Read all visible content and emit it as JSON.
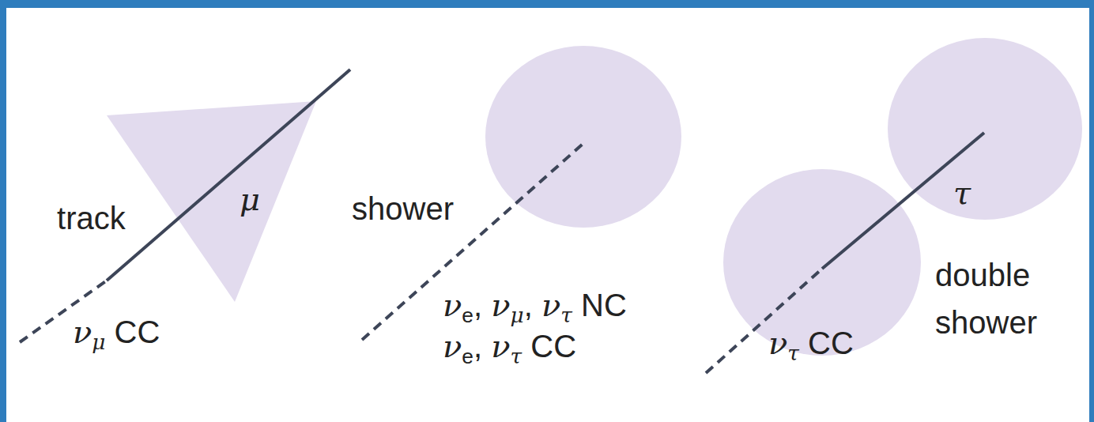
{
  "diagram": {
    "labels": [
      "track",
      "μ",
      "νμ CC",
      "shower",
      "νe, νμ, ντ NC",
      "νe, ντ CC",
      "τ",
      "double shower",
      "ντ CC"
    ]
  }
}
